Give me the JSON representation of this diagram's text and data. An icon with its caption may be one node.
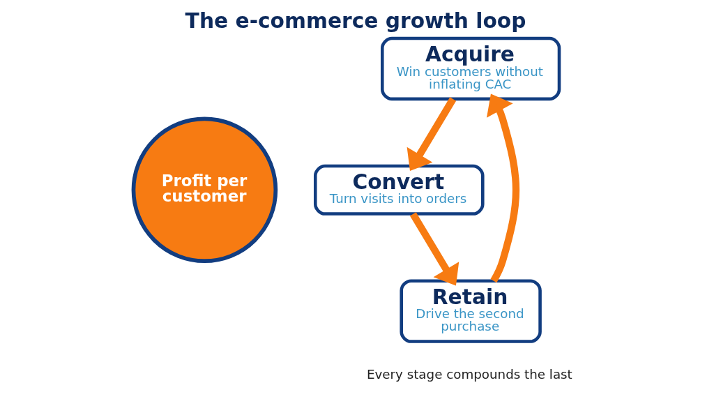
{
  "diagram": {
    "title": "The e-commerce growth loop",
    "caption": "Every stage compounds the last",
    "nodes": [
      {
        "text": [
          "Acquire",
          "Win customers without inflating CAC"
        ]
      },
      {
        "text": [
          "Profit per customer"
        ]
      },
      {
        "text": [
          "Convert",
          "Turn visits into orders"
        ]
      },
      {
        "text": [
          "Retain",
          "Drive the second purchase"
        ]
      }
    ],
    "edges": [
      {
        "from": 0,
        "to": 2,
        "arrow": "to"
      },
      {
        "from": 2,
        "to": 3,
        "arrow": "to"
      },
      {
        "from": 3,
        "to": 0,
        "arrow": "to"
      }
    ]
  }
}
